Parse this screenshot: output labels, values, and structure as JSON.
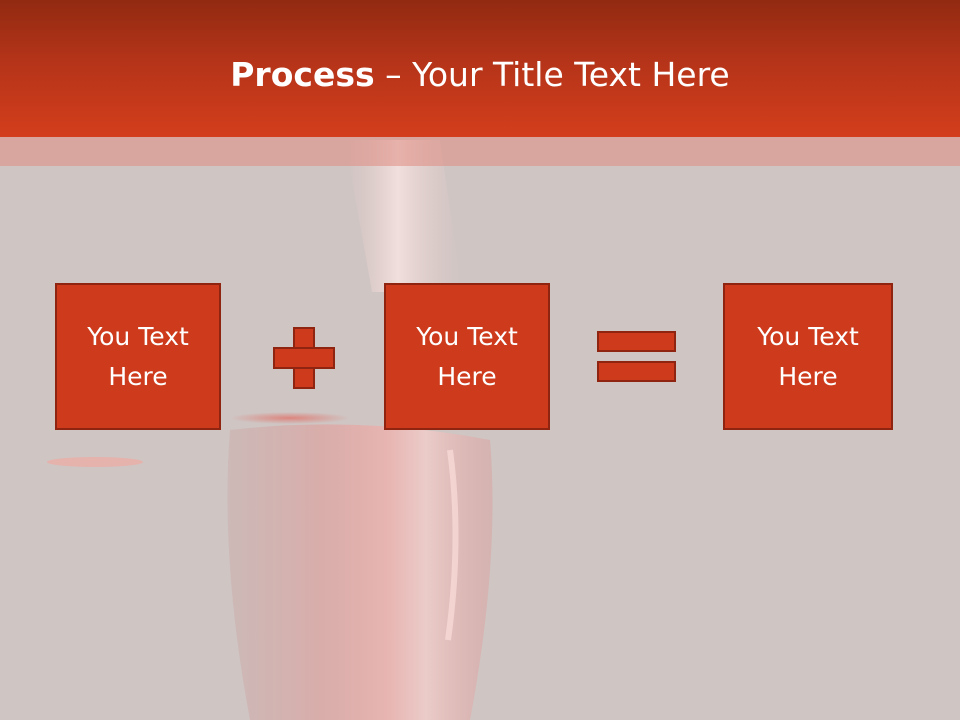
{
  "slide": {
    "title_bold": "Process",
    "title_rest": " – Your Title Text Here",
    "boxes": [
      {
        "text": "You Text\nHere"
      },
      {
        "text": "You Text\nHere"
      },
      {
        "text": "You Text\nHere"
      }
    ],
    "operators": [
      "plus-icon",
      "equals-icon"
    ]
  },
  "colors": {
    "header": "#d33e1c",
    "box_fill": "#cd3b1c",
    "box_border": "#8f2410",
    "background": "#cfc5c3"
  }
}
